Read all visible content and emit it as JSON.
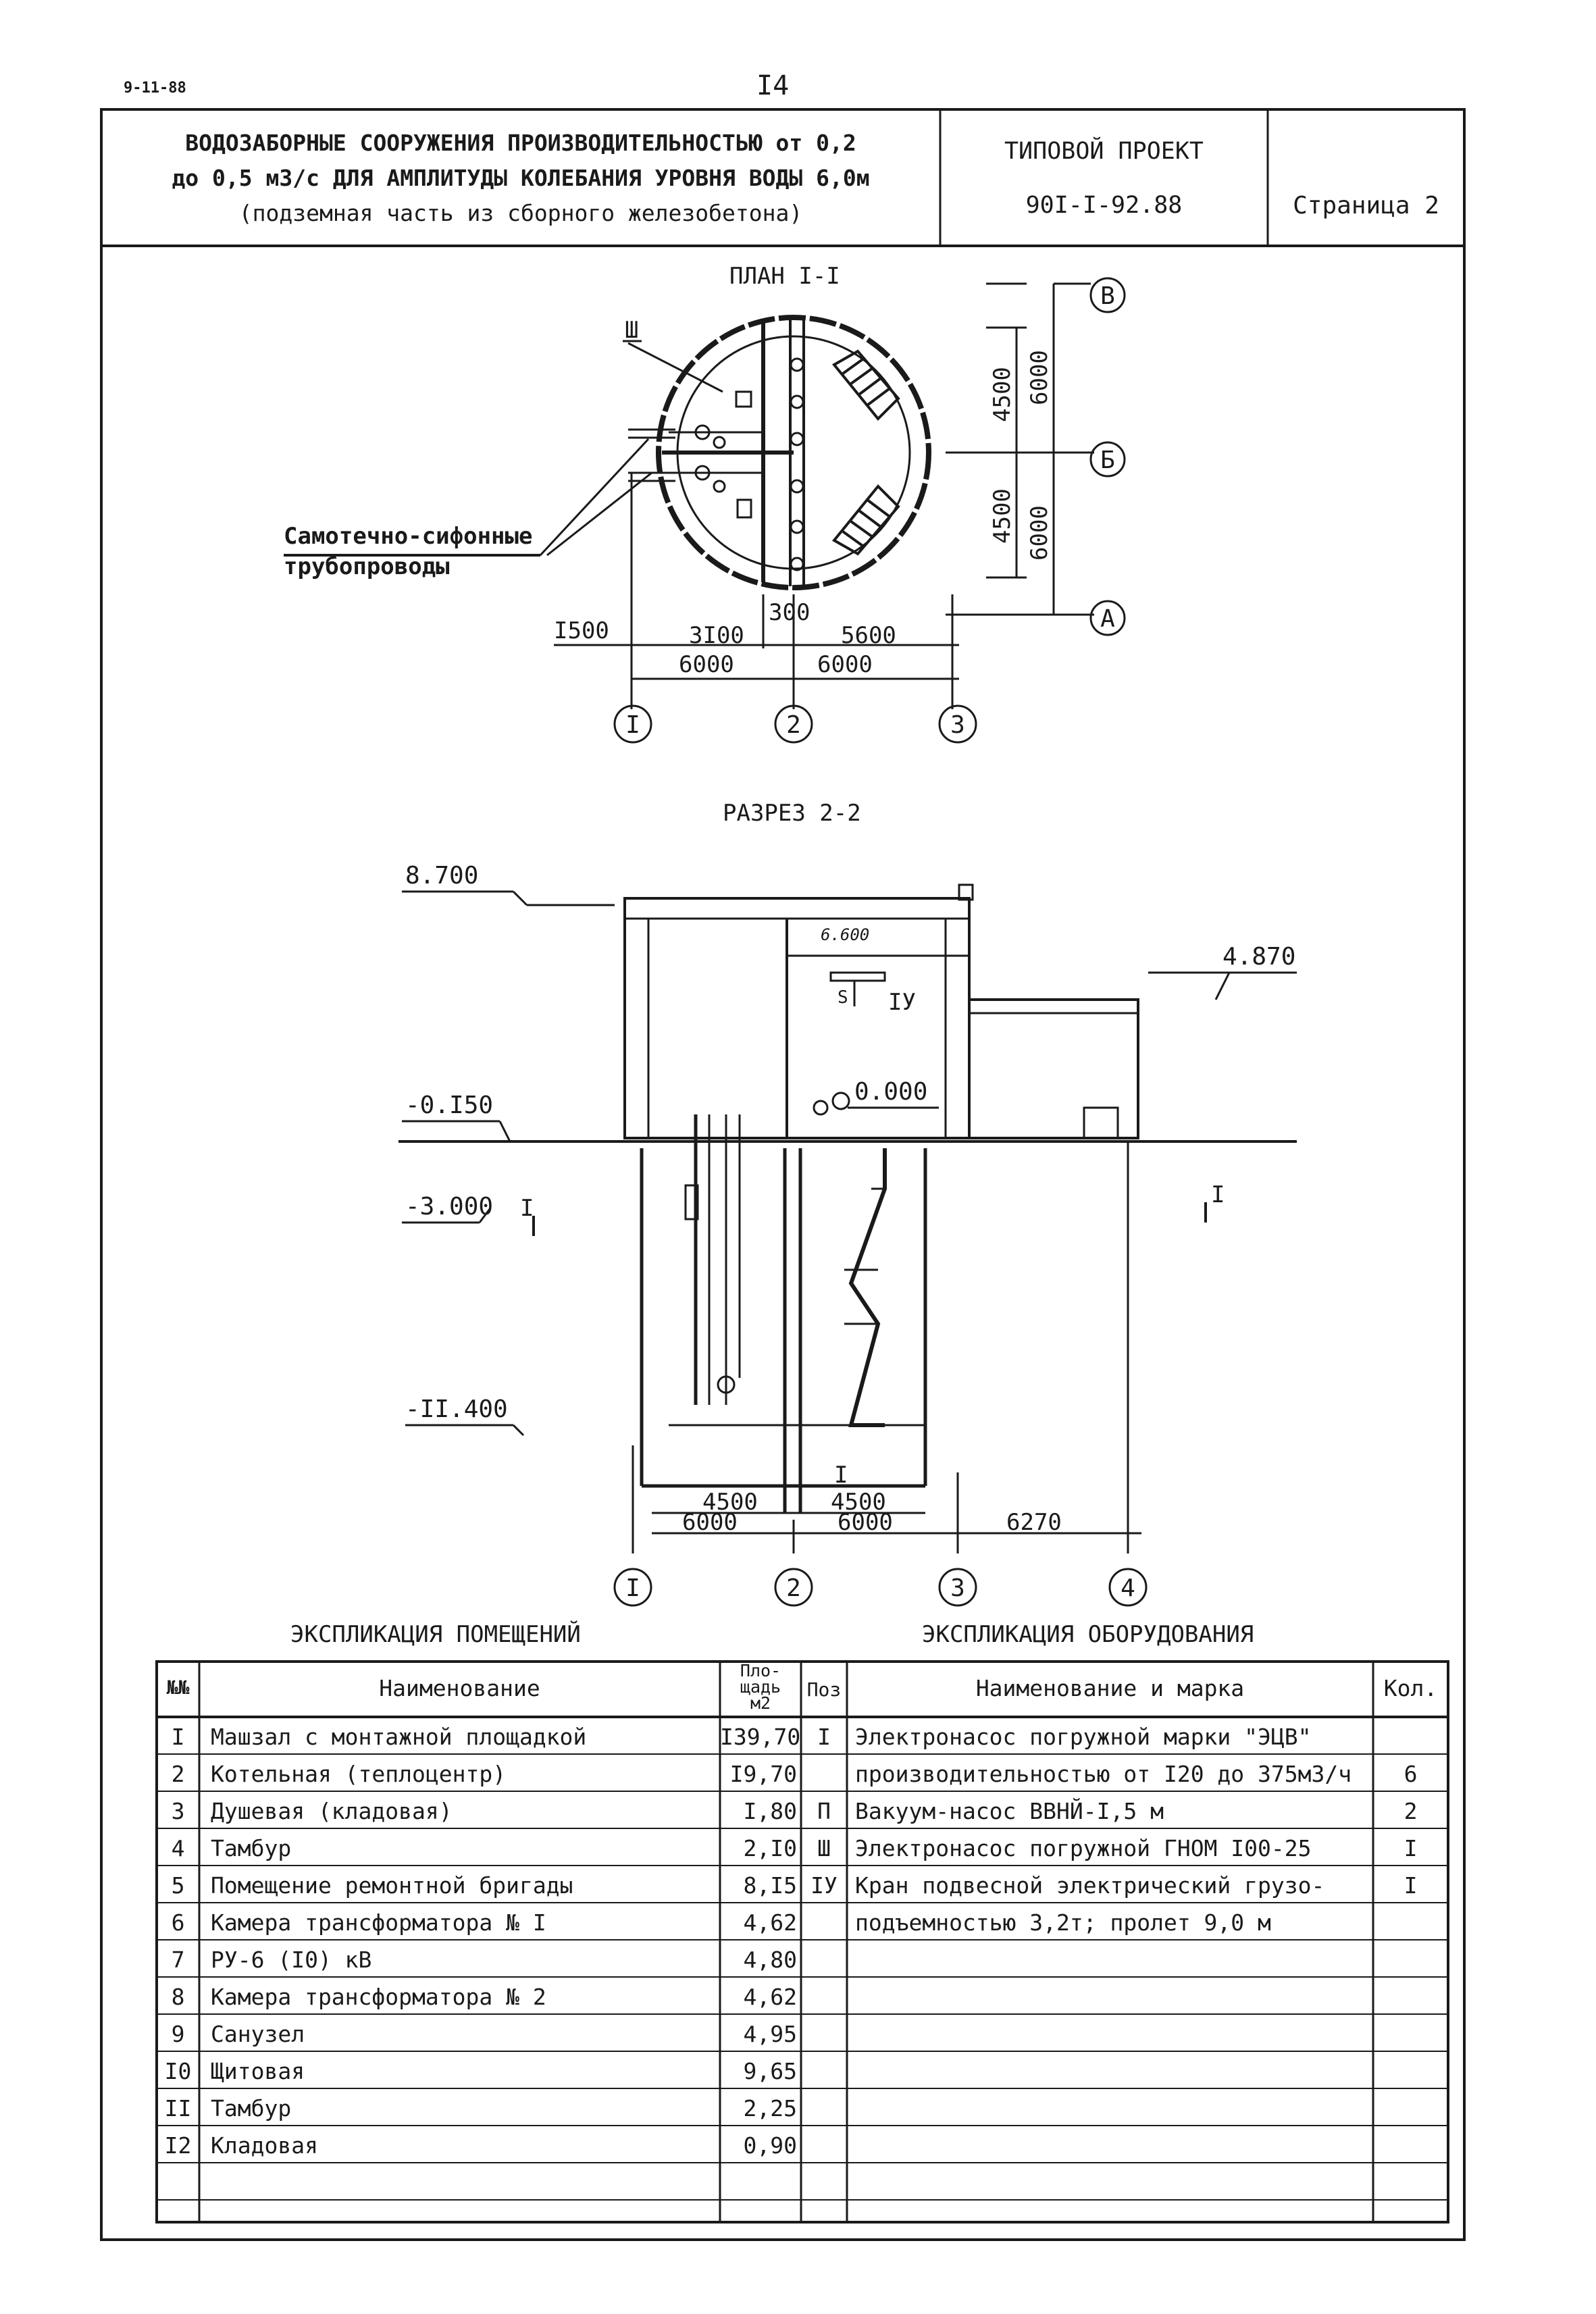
{
  "sheet": {
    "corner_date": "9-11-88",
    "page_number": "I4"
  },
  "title_block": {
    "description": [
      "ВОДОЗАБОРНЫЕ СООРУЖЕНИЯ ПРОИЗВОДИТЕЛЬНОСТЬЮ от 0,2",
      "до 0,5 м3/с ДЛЯ АМПЛИТУДЫ КОЛЕБАНИЯ УРОВНЯ ВОДЫ 6,0м",
      "(подземная часть из сборного железобетона)"
    ],
    "project_label": "ТИПОВОЙ ПРОЕКТ",
    "project_code": "90I-I-92.88",
    "page_label": "Страница 2"
  },
  "plan": {
    "title": "ПЛАН I-I",
    "callout": "Ш",
    "note_line1": "Самотечно-сифонные",
    "note_line2": "трубопроводы",
    "dims_h": [
      "I500",
      "3I00",
      "300",
      "5600",
      "6000",
      "6000"
    ],
    "dims_v": [
      "4500",
      "6000",
      "4500",
      "6000"
    ],
    "axes_letters": [
      "В",
      "Б",
      "А"
    ],
    "axes_numbers": [
      "I",
      "2",
      "3"
    ]
  },
  "section": {
    "title": "РАЗРЕЗ 2-2",
    "levels": [
      "8.700",
      "4.870",
      "-0.I50",
      "0.000",
      "-3.000",
      "-II.400"
    ],
    "inner_level": "6.600",
    "crane_label": "IУ",
    "crane_mark": "S",
    "pump_label": "I",
    "cut_marks": [
      "I",
      "I"
    ],
    "dims": [
      "4500",
      "4500",
      "6000",
      "6000",
      "6270"
    ],
    "axes_numbers": [
      "I",
      "2",
      "3",
      "4"
    ]
  },
  "rooms": {
    "title": "ЭКСПЛИКАЦИЯ ПОМЕЩЕНИЙ",
    "col_no": "№№",
    "col_name": "Наименование",
    "col_area_l1": "Пло-",
    "col_area_l2": "щадь",
    "col_area_l3": "м2",
    "rows": [
      {
        "no": "I",
        "name": "Машзал с монтажной площадкой",
        "area": "I39,70"
      },
      {
        "no": "2",
        "name": "Котельная (теплоцентр)",
        "area": "I9,70"
      },
      {
        "no": "3",
        "name": "Душевая (кладовая)",
        "area": "I,80"
      },
      {
        "no": "4",
        "name": "Тамбур",
        "area": "2,I0"
      },
      {
        "no": "5",
        "name": "Помещение ремонтной бригады",
        "area": "8,I5"
      },
      {
        "no": "6",
        "name": "Камера трансформатора № I",
        "area": "4,62"
      },
      {
        "no": "7",
        "name": "РУ-6 (I0) кВ",
        "area": "4,80"
      },
      {
        "no": "8",
        "name": "Камера трансформатора № 2",
        "area": "4,62"
      },
      {
        "no": "9",
        "name": "Санузел",
        "area": "4,95"
      },
      {
        "no": "I0",
        "name": "Щитовая",
        "area": "9,65"
      },
      {
        "no": "II",
        "name": "Тамбур",
        "area": "2,25"
      },
      {
        "no": "I2",
        "name": "Кладовая",
        "area": "0,90"
      }
    ]
  },
  "equipment": {
    "title": "ЭКСПЛИКАЦИЯ ОБОРУДОВАНИЯ",
    "col_pos": "Поз",
    "col_name": "Наименование и марка",
    "col_qty": "Кол.",
    "rows": [
      {
        "pos": "I",
        "name": "Электронасос погружной марки \"ЭЦВ\"",
        "qty": ""
      },
      {
        "pos": "",
        "name": "производительностью от I20 до 375м3/ч",
        "qty": "6"
      },
      {
        "pos": "П",
        "name": "Вакуум-насос ВВНЙ-I,5 м",
        "qty": "2"
      },
      {
        "pos": "Ш",
        "name": "Электронасос погружной ГНОМ I00-25",
        "qty": "I"
      },
      {
        "pos": "IУ",
        "name": "Кран подвесной электрический грузо-",
        "qty": "I"
      },
      {
        "pos": "",
        "name": "подъемностью 3,2т; пролет 9,0 м",
        "qty": ""
      }
    ]
  }
}
